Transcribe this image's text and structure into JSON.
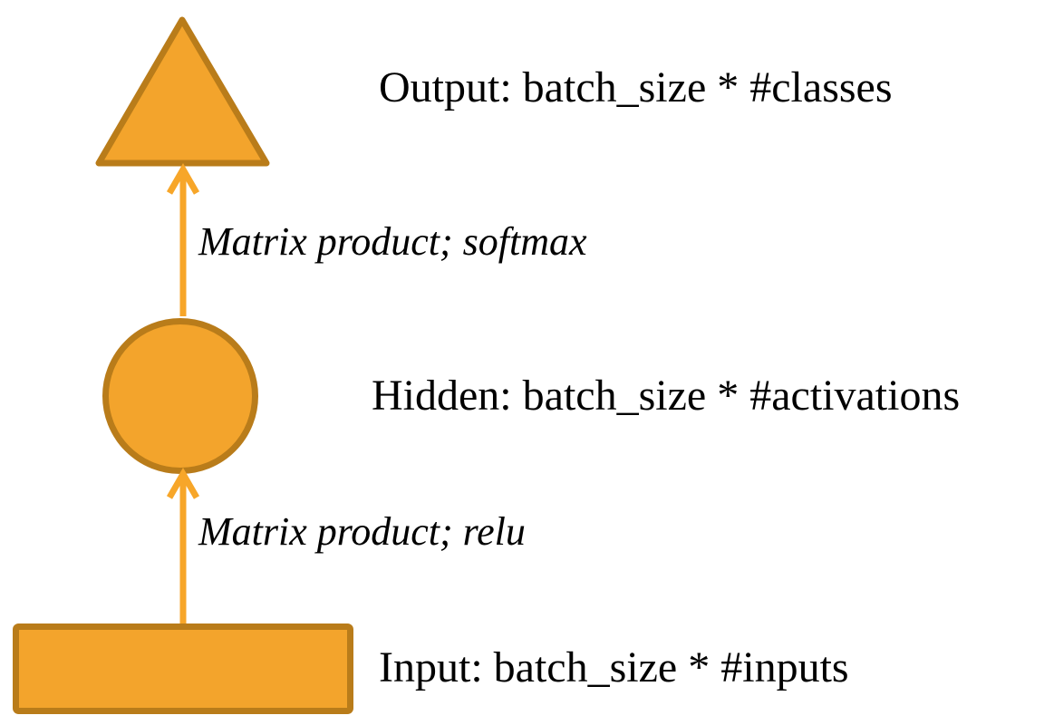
{
  "diagram": {
    "type": "neural-network-layers",
    "nodes": {
      "output": {
        "shape": "triangle",
        "label": "Output: batch_size * #classes"
      },
      "hidden": {
        "shape": "circle",
        "label": "Hidden: batch_size * #activations"
      },
      "input": {
        "shape": "rectangle",
        "label": "Input: batch_size * #inputs"
      }
    },
    "edges": {
      "hidden_to_output": {
        "label": "Matrix product; softmax",
        "direction": "up"
      },
      "input_to_hidden": {
        "label": "Matrix product; relu",
        "direction": "up"
      }
    },
    "colors": {
      "shape_fill": "#F3A42C",
      "shape_border": "#B97C1A",
      "arrow": "#F7A629",
      "text": "#000000",
      "background": "#FFFFFF"
    }
  }
}
